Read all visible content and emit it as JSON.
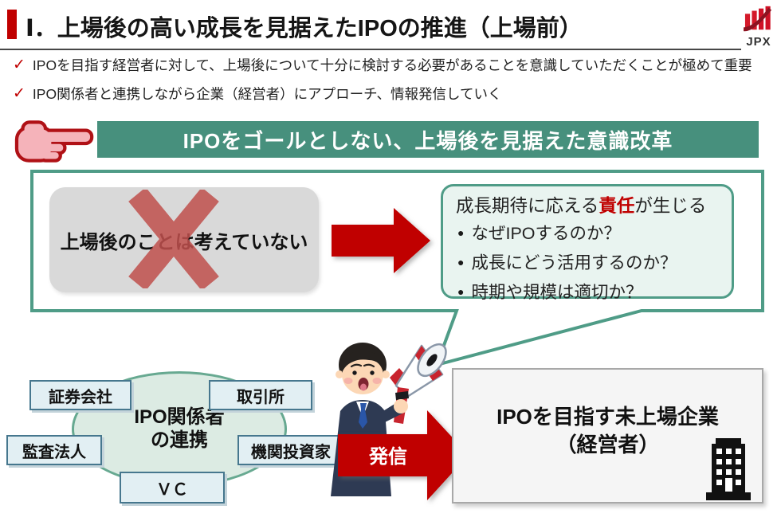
{
  "header": {
    "title": "Ⅰ．上場後の高い成長を見据えたIPOの推進（上場前）",
    "logo": "JPX"
  },
  "icons": {
    "check": "✓",
    "bullet": "●"
  },
  "intro": {
    "points": [
      {
        "text": "IPOを目指す経営者に対して、上場後について十分に検討する必要があることを意識していただくことが極めて重要"
      },
      {
        "text": "IPO関係者と連携しながら企業（経営者）にアプローチ、情報発信していく"
      }
    ]
  },
  "banner": {
    "text": "IPOをゴールとしない、上場後を見据えた意識改革"
  },
  "flow": {
    "rejected": {
      "text": "上場後のことは考えていない"
    },
    "outcome": {
      "lead": "成長期待に応える",
      "emphasis": "責任",
      "tail": "が生じる",
      "questions": [
        {
          "text": "なぜIPOするのか？"
        },
        {
          "text": "成長にどう活用するのか？"
        },
        {
          "text": "時期や規模は適切か？"
        }
      ]
    }
  },
  "network": {
    "hub": {
      "line1": "IPO関係者",
      "line2": "の連携"
    },
    "members": [
      {
        "label": "証券会社"
      },
      {
        "label": "取引所"
      },
      {
        "label": "監査法人"
      },
      {
        "label": "機関投資家"
      },
      {
        "label": "ＶＣ"
      }
    ]
  },
  "outreach": {
    "arrow_label": "発信"
  },
  "target": {
    "line1": "IPOを目指す未上場企業",
    "line2": "（経営者）"
  },
  "colors": {
    "accent_red": "#c00000",
    "banner_teal": "#47907d",
    "teal_border": "#4f9c87",
    "x_red": "#c0504d",
    "chip_border": "#46778e"
  }
}
